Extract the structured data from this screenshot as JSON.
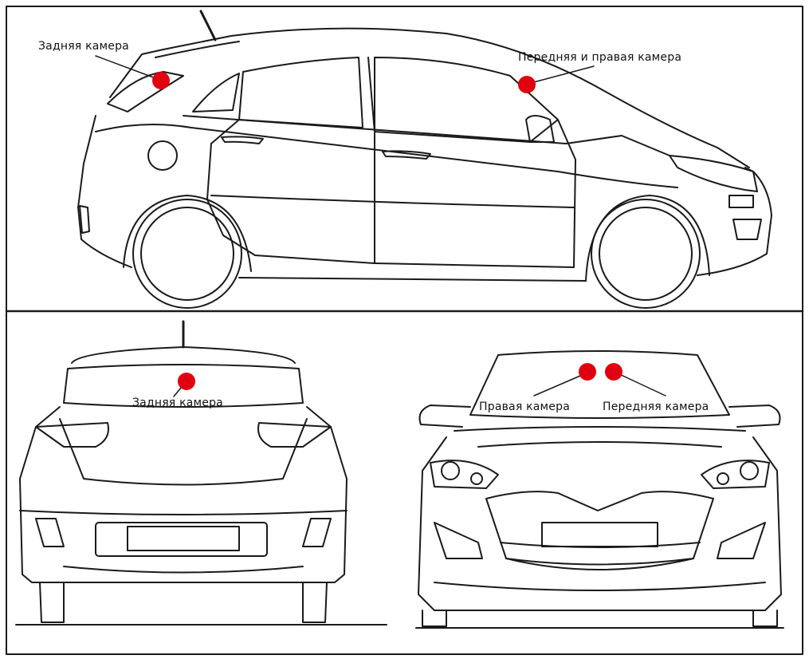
{
  "labels": {
    "side_rear_camera": "Задняя камера",
    "side_front_right_camera": "Передняя и правая камера",
    "rear_rear_camera": "Задняя камера",
    "front_right_camera": "Правая камера",
    "front_front_camera": "Передняя камера"
  },
  "colors": {
    "camera_marker": "#e0000f",
    "line_art": "#1a1a1a",
    "background": "#ffffff"
  },
  "views": [
    "side",
    "rear",
    "front"
  ]
}
